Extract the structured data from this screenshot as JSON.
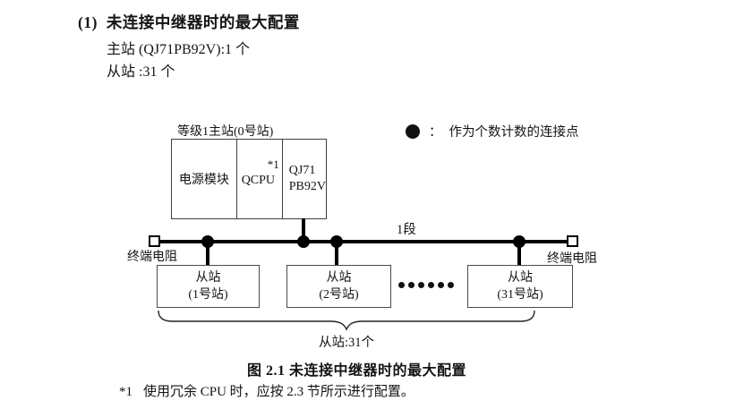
{
  "heading": {
    "number": "(1)",
    "title": "未连接中继器时的最大配置",
    "master_count_line": "主站 (QJ71PB92V):1 个",
    "slave_count_line": "从站 :31 个"
  },
  "legend": {
    "colon": "：",
    "label": "作为个数计数的连接点"
  },
  "diagram": {
    "master_station_label": "等级1主站(0号站)",
    "master_cells": {
      "power": "电源模块",
      "cpu": "QCPU",
      "cpu_footnote_ref": "*1",
      "module_line1": "QJ71",
      "module_line2": "PB92V"
    },
    "segment_label": "1段",
    "left_terminator_label": "终端电阻",
    "right_terminator_label": "终端电阻",
    "slaves": [
      {
        "name": "从站",
        "station": "(1号站)"
      },
      {
        "name": "从站",
        "station": "(2号站)"
      },
      {
        "name": "从站",
        "station": "(31号站)"
      }
    ],
    "ellipsis_dot_count": 6,
    "slave_total_label": "从站:31个"
  },
  "caption": "图 2.1 未连接中继器时的最大配置",
  "footnote": {
    "marker": "*1",
    "text": "使用冗余 CPU 时，应按 2.3 节所示进行配置。"
  },
  "colors": {
    "text": "#141414",
    "line": "#000000",
    "border": "#3f3f3f",
    "background": "#ffffff"
  }
}
